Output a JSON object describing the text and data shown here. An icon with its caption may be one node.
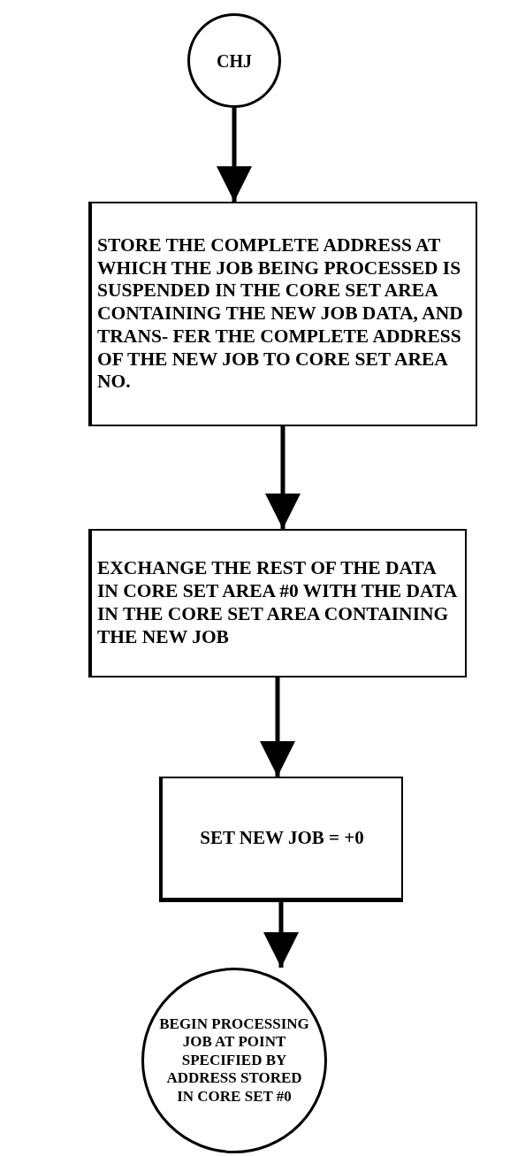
{
  "diagram": {
    "nodes": [
      {
        "text": [
          "CHJ"
        ]
      },
      {
        "text": [
          "STORE THE COMPLETE ADDRESS AT WHICH THE JOB BEING PROCESSED IS SUSPENDED IN THE CORE SET AREA CONTAINING THE NEW JOB DATA, AND TRANS- FER THE COMPLETE ADDRESS OF THE NEW JOB TO CORE SET AREA NO."
        ]
      },
      {
        "text": [
          "EXCHANGE THE REST OF THE DATA IN CORE SET AREA #0 WITH THE DATA IN THE CORE SET AREA CONTAINING THE NEW JOB"
        ]
      },
      {
        "text": [
          "SET NEW JOB = +0"
        ]
      },
      {
        "text": [
          "BEGIN PROCESSING JOB AT POINT SPECIFIED BY ADDRESS STORED IN CORE SET #0"
        ]
      }
    ],
    "edges": [
      {
        "from": 0,
        "to": 1,
        "arrow": "to"
      },
      {
        "from": 1,
        "to": 2,
        "arrow": "to"
      },
      {
        "from": 2,
        "to": 3,
        "arrow": "to"
      },
      {
        "from": 3,
        "to": 4,
        "arrow": "to"
      }
    ]
  }
}
